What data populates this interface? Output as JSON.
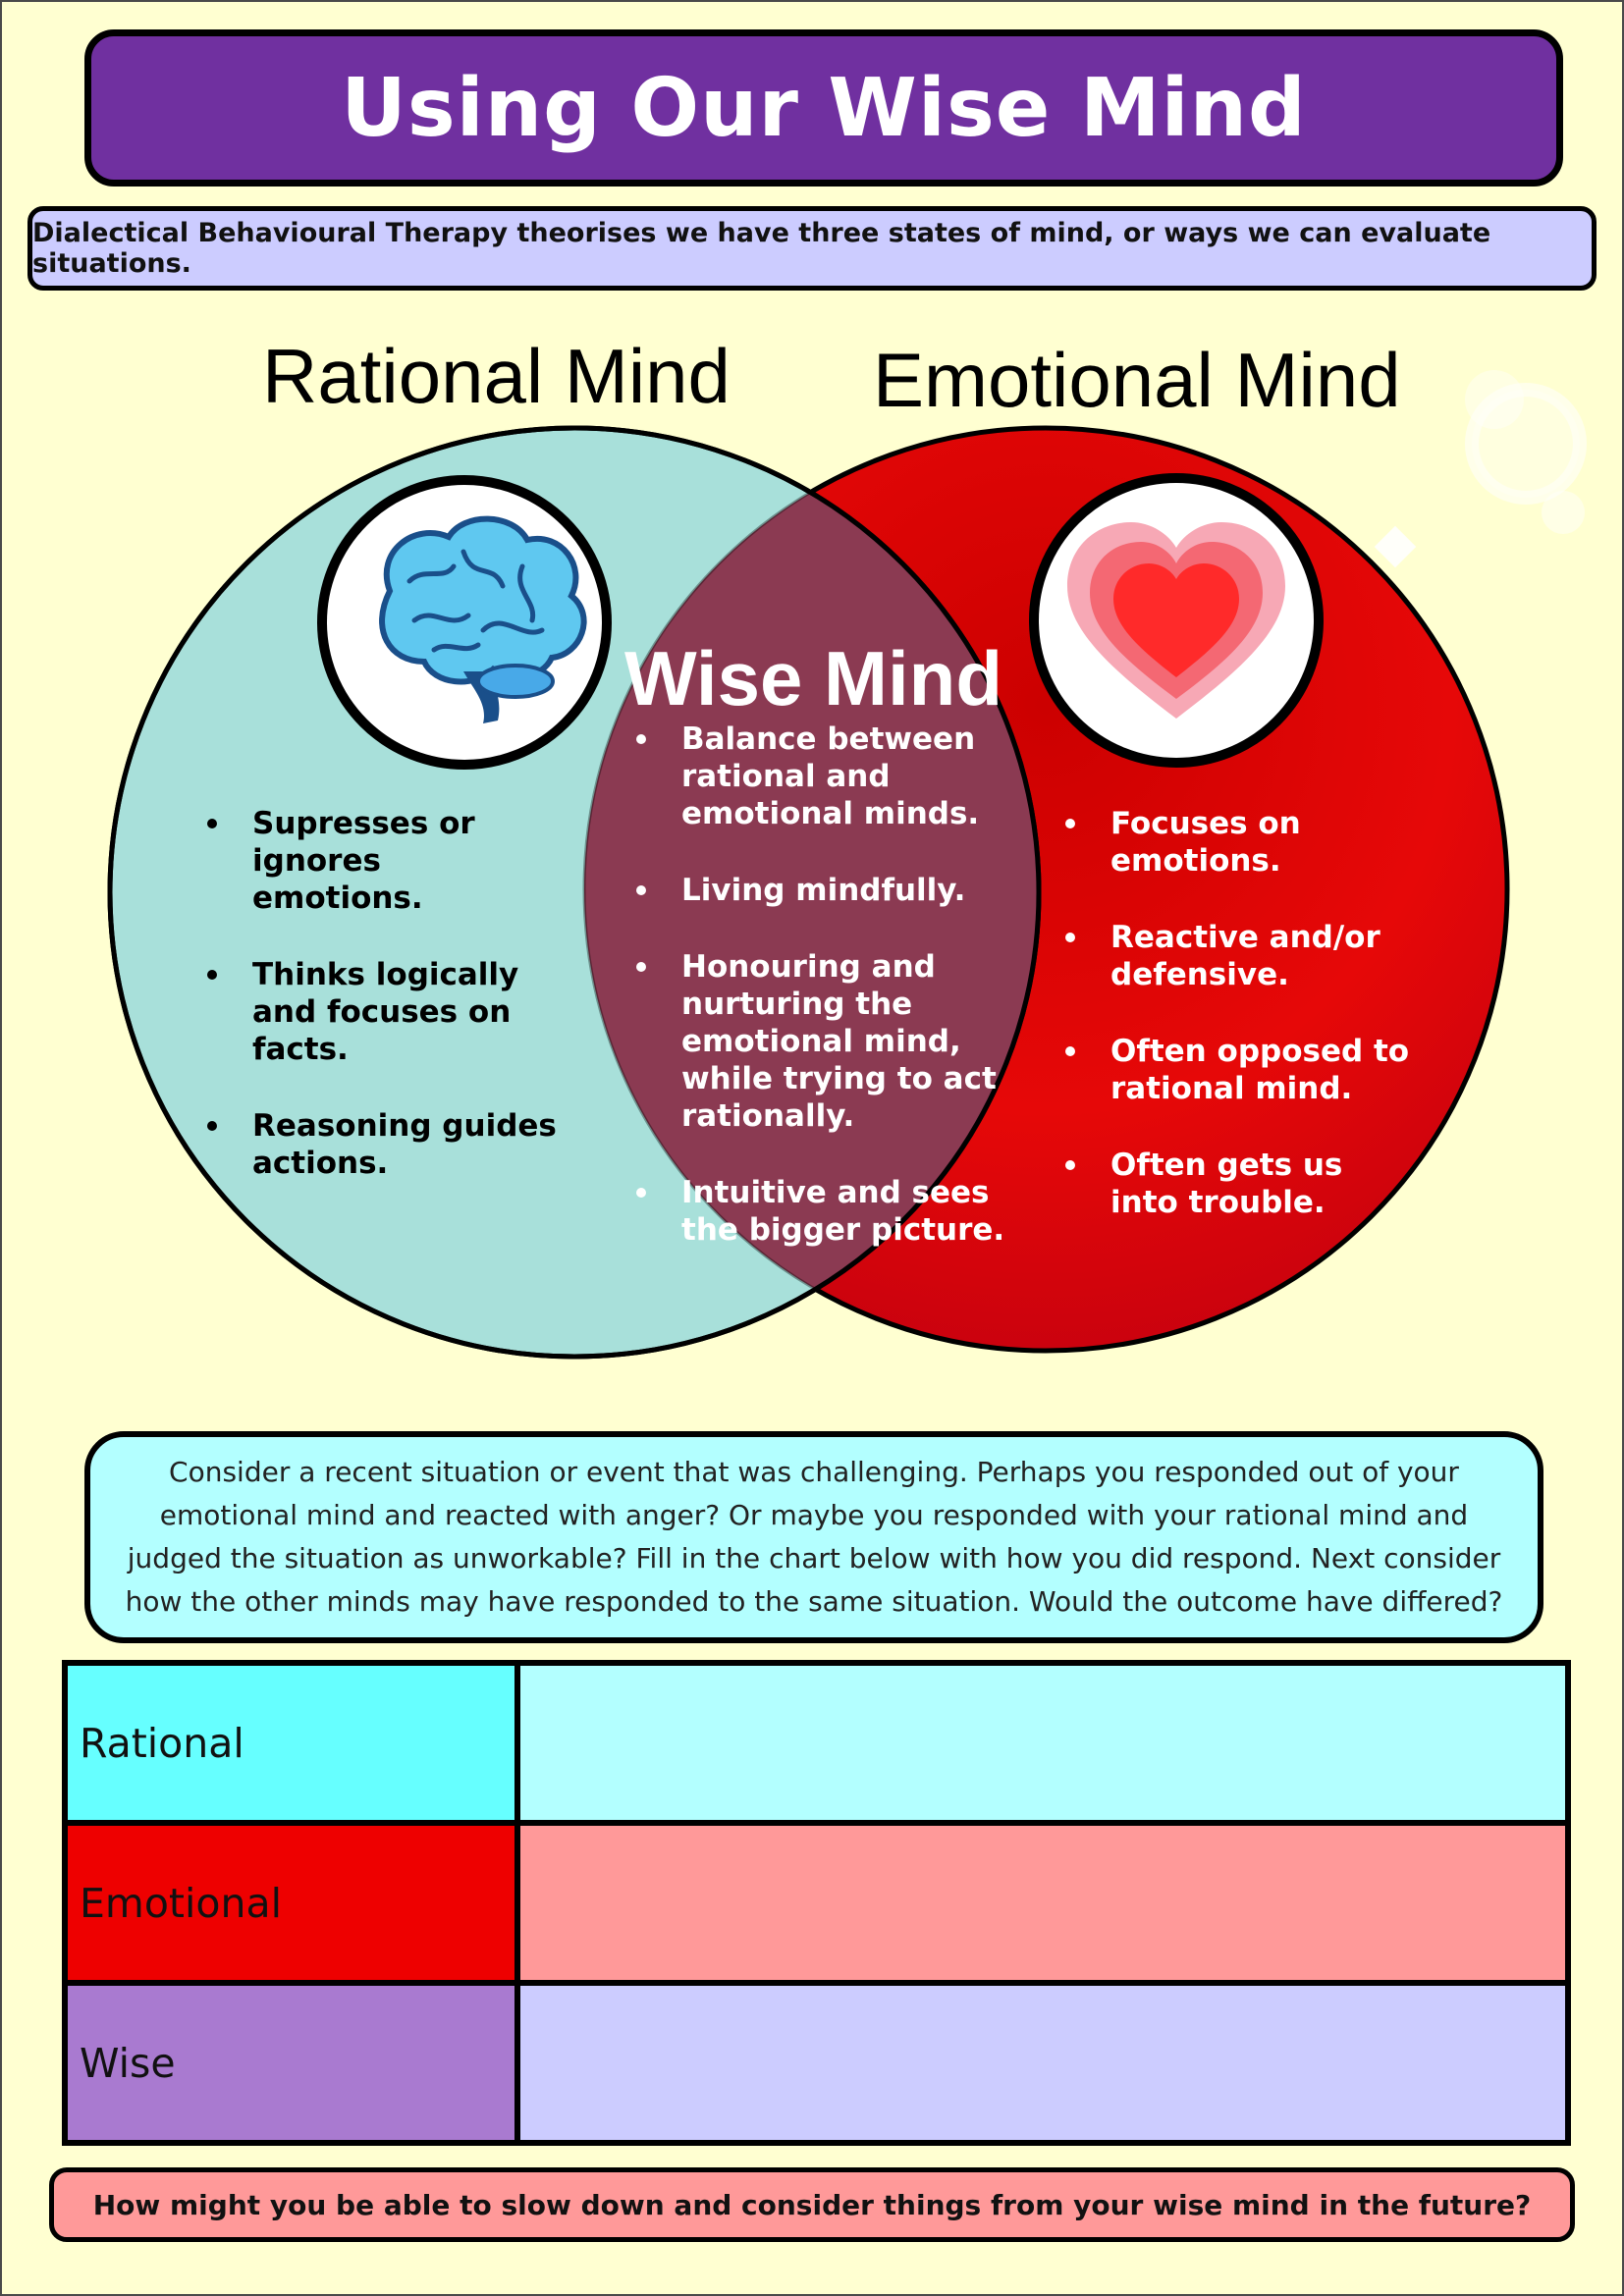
{
  "title": "Using Our Wise Mind",
  "intro": "Dialectical Behavioural Therapy theorises we have three states of mind, or ways we can evaluate situations.",
  "venn": {
    "rational": {
      "heading": "Rational Mind",
      "icon": "brain-icon",
      "color": "#a8e0da",
      "bullets": [
        "Supresses or ignores emotions.",
        "Thinks logically and focuses on facts.",
        "Reasoning guides actions."
      ]
    },
    "emotional": {
      "heading": "Emotional Mind",
      "icon": "heart-icon",
      "color": "#e30a0a",
      "bullets": [
        "Focuses on emotions.",
        "Reactive and/or defensive.",
        "Often opposed to rational mind.",
        "Often gets us into trouble."
      ]
    },
    "wise": {
      "heading": "Wise Mind",
      "color": "#8b3a52",
      "bullets": [
        "Balance between rational and emotional minds.",
        "Living mindfully.",
        "Honouring and nurturing the emotional mind, while trying to act rationally.",
        "Intuitive and sees the bigger picture."
      ]
    }
  },
  "prompt": "Consider a recent situation or event that was challenging. Perhaps you responded out of your emotional mind and reacted with anger? Or maybe you responded with your rational mind and judged the situation as unworkable? Fill in the chart below with how you did respond. Next consider how the other minds may have responded to the same situation. Would the outcome have differed?",
  "chart_data": {
    "type": "table",
    "rows": [
      {
        "label": "Rational",
        "label_color": "#66ffff",
        "cell_color": "#b3ffff"
      },
      {
        "label": "Emotional",
        "label_color": "#ee0000",
        "cell_color": "#ff9999"
      },
      {
        "label": "Wise",
        "label_color": "#a97ad0",
        "cell_color": "#ccccff"
      }
    ]
  },
  "question": "How might you be able to slow down and consider things from your wise mind in the future?"
}
